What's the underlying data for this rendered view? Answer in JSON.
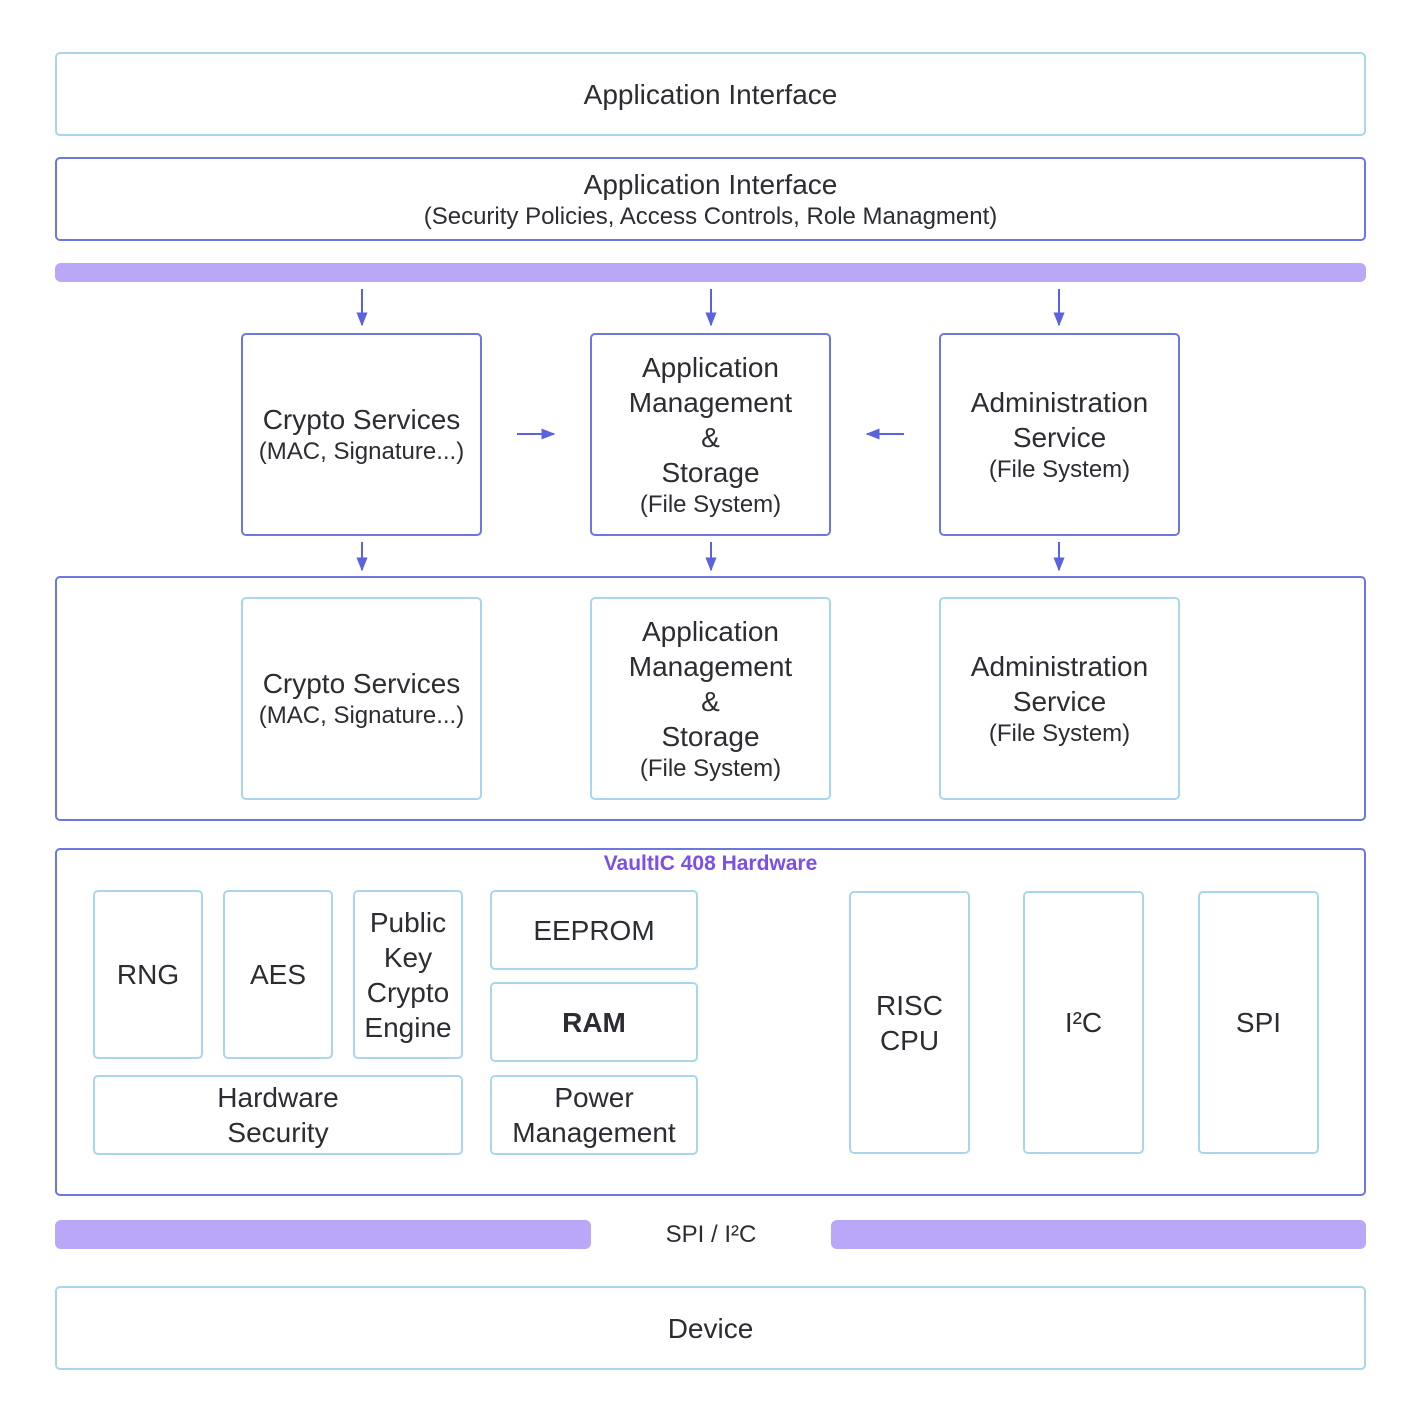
{
  "top_interface": {
    "title": "Application Interface"
  },
  "policy_interface": {
    "title": "Application Interface",
    "subtitle": "(Security Policies, Access Controls, Role Managment)"
  },
  "services": {
    "crypto": {
      "title": "Crypto Services",
      "subtitle": "(MAC, Signature...)"
    },
    "app_mgmt": {
      "line1": "Application",
      "line2": "Management",
      "line3": "&",
      "line4": "Storage",
      "subtitle": "(File System)"
    },
    "admin": {
      "line1": "Administration",
      "line2": "Service",
      "subtitle": "(File System)"
    }
  },
  "services_lower": {
    "crypto": {
      "title": "Crypto Services",
      "subtitle": "(MAC, Signature...)"
    },
    "app_mgmt": {
      "line1": "Application",
      "line2": "Management",
      "line3": "&",
      "line4": "Storage",
      "subtitle": "(File System)"
    },
    "admin": {
      "line1": "Administration",
      "line2": "Service",
      "subtitle": "(File System)"
    }
  },
  "hardware": {
    "title": "VaultIC 408 Hardware",
    "rng": "RNG",
    "aes": "AES",
    "pk": {
      "line1": "Public",
      "line2": "Key",
      "line3": "Crypto",
      "line4": "Engine"
    },
    "hw_security": {
      "line1": "Hardware",
      "line2": "Security"
    },
    "eeprom": "EEPROM",
    "ram": "RAM",
    "power": {
      "line1": "Power",
      "line2": "Management"
    },
    "risc": {
      "line1": "RISC",
      "line2": "CPU"
    },
    "i2c": "I²C",
    "spi": "SPI"
  },
  "bus_label": "SPI / I²C",
  "device": {
    "title": "Device"
  },
  "colors": {
    "bar": "#bba7f7",
    "accent": "#7b4fe8",
    "border_light": "#a9d6ec",
    "border_dark": "#6d77e0",
    "arrow": "#5a62dc"
  }
}
